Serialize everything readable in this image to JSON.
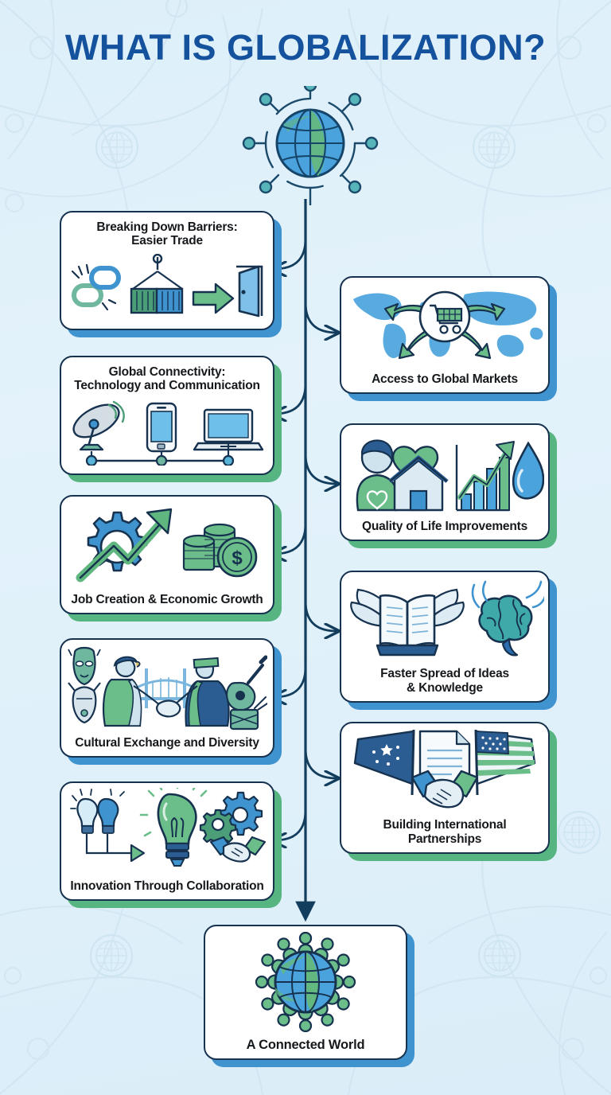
{
  "header": {
    "title": "WHAT IS GLOBALIZATION?",
    "title_color": "#15529e"
  },
  "theme": {
    "background": "#dff0f9",
    "card_background": "#ffffff",
    "card_border": "#16324f",
    "accent_blue": "#3f93cf",
    "accent_green": "#57b581",
    "label_color": "#16191c",
    "connector_color": "#123d5c"
  },
  "hub": {
    "icon": "globe-network-icon",
    "node_count": 8
  },
  "left_column": [
    {
      "label": "Breaking Down Barriers:\nEasier Trade",
      "label_line1": "Breaking Down Barriers:",
      "label_line2": "Easier Trade",
      "label_position": "top",
      "shadow": "blue",
      "icons": [
        "broken-chain-icon",
        "shipping-container-icon",
        "green-arrow-icon",
        "open-door-icon"
      ]
    },
    {
      "label": "Global Connectivity:\nTechnology and Communication",
      "label_line1": "Global Connectivity:",
      "label_line2": "Technology and Communication",
      "label_position": "top",
      "shadow": "green",
      "icons": [
        "satellite-dish-icon",
        "smartphone-icon",
        "laptop-icon",
        "network-line-icon"
      ]
    },
    {
      "label": "Job Creation & Economic Growth",
      "label_position": "bottom",
      "shadow": "green",
      "icons": [
        "gear-icon",
        "growth-arrow-icon",
        "coin-stack-icon",
        "dollar-coin-icon"
      ]
    },
    {
      "label": "Cultural Exchange and Diversity",
      "label_position": "bottom",
      "shadow": "blue",
      "icons": [
        "tribal-mask-icon",
        "handshake-people-icon",
        "bridge-icon",
        "guitar-icon",
        "drum-icon"
      ]
    },
    {
      "label": "Innovation Through Collaboration",
      "label_position": "bottom",
      "shadow": "green",
      "icons": [
        "two-bulbs-icon",
        "big-lightbulb-icon",
        "gears-icon",
        "handshake-icon"
      ]
    }
  ],
  "right_column": [
    {
      "label": "Access to Global Markets",
      "label_position": "bottom",
      "shadow": "blue",
      "icons": [
        "world-map-icon",
        "shopping-cart-icon",
        "green-arrows-icon"
      ]
    },
    {
      "label": "Quality of Life Improvements",
      "label_position": "bottom",
      "shadow": "green",
      "icons": [
        "person-icon",
        "heart-icon",
        "house-icon",
        "bar-chart-growth-icon",
        "water-drop-icon"
      ]
    },
    {
      "label": "Faster Spread of Ideas\n& Knowledge",
      "label_line1": "Faster Spread of Ideas",
      "label_line2": "& Knowledge",
      "label_position": "bottom",
      "shadow": "blue",
      "icons": [
        "winged-book-icon",
        "brain-waves-icon"
      ]
    },
    {
      "label": "Building International\nPartnerships",
      "label_line1": "Building International",
      "label_line2": "Partnerships",
      "label_position": "bottom",
      "shadow": "green",
      "icons": [
        "eu-flag-icon",
        "document-icon",
        "us-flag-icon",
        "handshake-icon"
      ]
    }
  ],
  "bottom_card": {
    "label": "A Connected World",
    "label_position": "bottom",
    "shadow": "blue",
    "icons": [
      "globe-people-ring-icon"
    ]
  }
}
